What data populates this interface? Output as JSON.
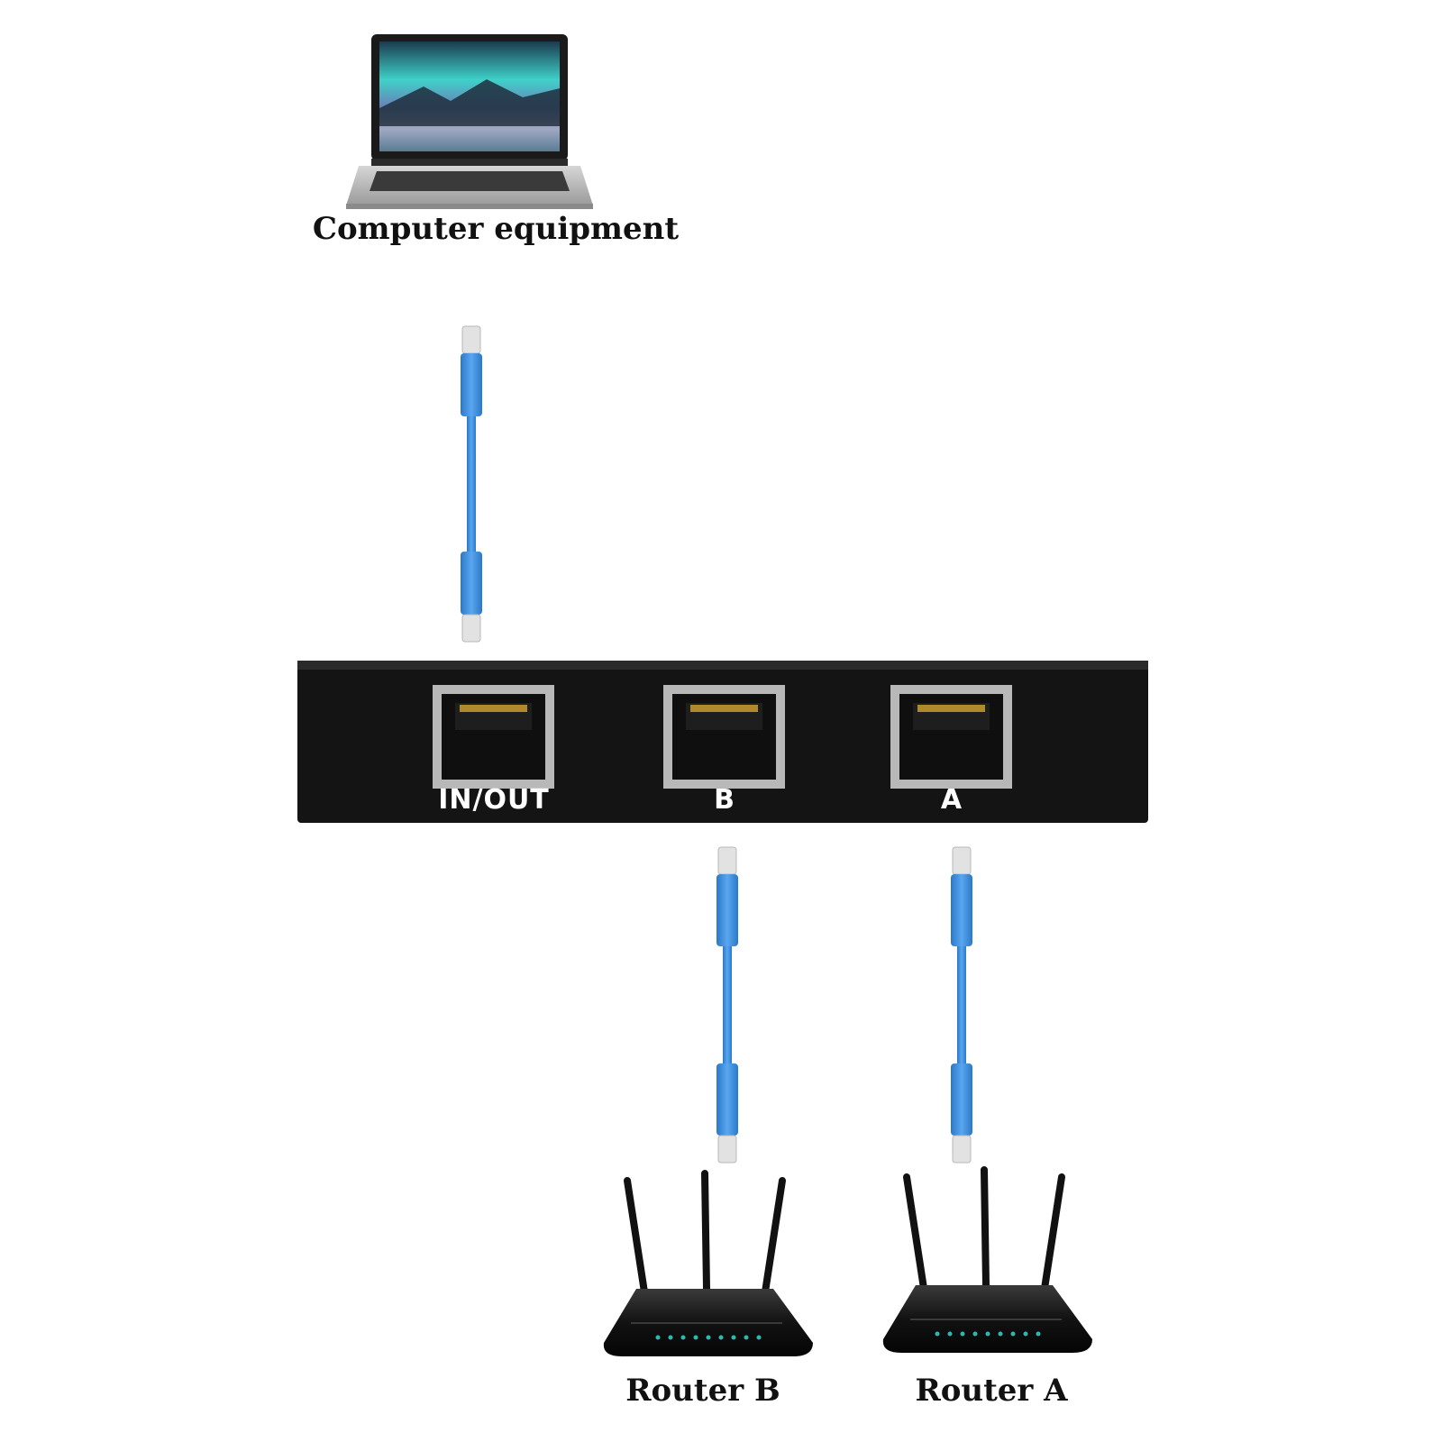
{
  "devices": {
    "computer": {
      "label": "Computer equipment",
      "icon": "laptop-icon"
    },
    "router_b": {
      "label": "Router B",
      "icon": "router-icon"
    },
    "router_a": {
      "label": "Router A",
      "icon": "router-icon"
    }
  },
  "switch": {
    "icon": "network-switch-icon",
    "ports": [
      {
        "label": "IN/OUT"
      },
      {
        "label": "B"
      },
      {
        "label": "A"
      }
    ]
  },
  "cables": {
    "color": "#3f8fe0",
    "count": 3
  },
  "colors": {
    "switch_body": "#141414",
    "port_frame": "#b8b8b8",
    "cable_blue": "#3f8fe0",
    "router_body": "#1c1c1c",
    "router_led": "#2fb8b0"
  }
}
